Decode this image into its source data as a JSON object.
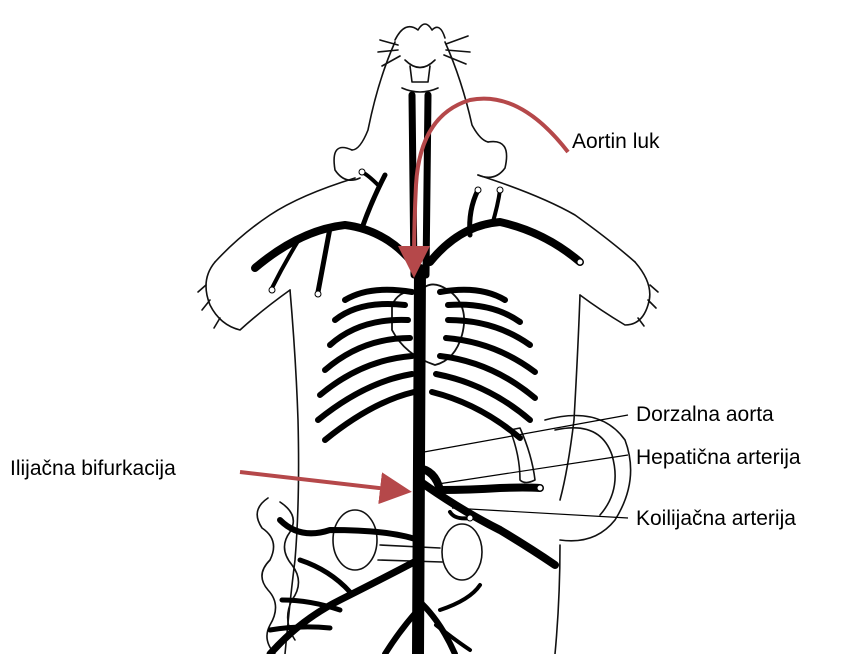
{
  "labels": {
    "aortic_arch": "Aortin luk",
    "dorsal_aorta": "Dorzalna aorta",
    "hepatic_artery": "Hepatična arterija",
    "coeliac_artery": "Koilijačna arterija",
    "iliac_bifurcation": "Ilijačna bifurkacija"
  },
  "colors": {
    "arrow": "#b5484a",
    "ink": "#000000"
  }
}
